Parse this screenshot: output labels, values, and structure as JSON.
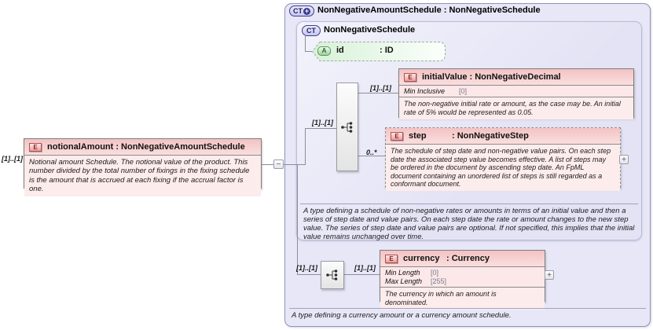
{
  "notional": {
    "cardinality": "[1]..[1]",
    "badge": "E",
    "name": "notionalAmount",
    "type": ": NonNegativeAmountSchedule",
    "doc": "Notional amount Schedule. The notional value of the product. This number divided by the total number of fixings in the fixing schedule is the amount that is accrued at each fixing if the accrual factor is one."
  },
  "connector": {
    "collapse": "−"
  },
  "outer": {
    "badge": "CT",
    "badge_plus": "+",
    "title": "NonNegativeAmountSchedule : NonNegativeSchedule",
    "doc": "A type defining a currency amount or a currency amount schedule."
  },
  "inner": {
    "badge": "CT",
    "title": "NonNegativeSchedule",
    "doc": "A type defining a schedule of non-negative rates or amounts in terms of an initial value and then a series of step date and value pairs. On each step date the rate or amount changes to the new step value. The series of step date and value pairs are optional. If not specified, this implies that the initial value remains unchanged over time."
  },
  "id_attr": {
    "badge": "A",
    "name": "id",
    "type": ": ID"
  },
  "seq_top": {
    "entry_cardinality": "[1]..[1]"
  },
  "initial_value": {
    "badge": "E",
    "name": "initialValue",
    "type": ": NonNegativeDecimal",
    "cardinality": "[1]..[1]",
    "facets": [
      {
        "name": "Min Inclusive",
        "value": "[0]"
      }
    ],
    "doc": "The non-negative initial rate or amount, as the case may be. An initial rate of 5% would be represented as 0.05."
  },
  "step": {
    "badge": "E",
    "name": "step",
    "type": ": NonNegativeStep",
    "cardinality": "0..*",
    "expand": "+",
    "doc": "The schedule of step date and non-negative value pairs. On each step date the associated step value becomes effective. A list of steps may be ordered in the document by ascending step date. An FpML document containing an unordered list of steps is still regarded as a conformant document."
  },
  "seq_bottom": {
    "cardinality_left": "[1]..[1]",
    "cardinality_right": "[1]..[1]"
  },
  "currency": {
    "badge": "E",
    "name": "currency",
    "type": ": Currency",
    "expand": "+",
    "facets": [
      {
        "name": "Min Length",
        "value": "[0]"
      },
      {
        "name": "Max Length",
        "value": "[255]"
      }
    ],
    "doc": "The currency in which an amount is denominated."
  },
  "colors": {
    "container_fill": "#e7e7f8",
    "element_header": "#f3c3c3",
    "element_body": "#fdecec",
    "attribute_fill": "#d9f2d9",
    "line": "#8c8c9c"
  }
}
